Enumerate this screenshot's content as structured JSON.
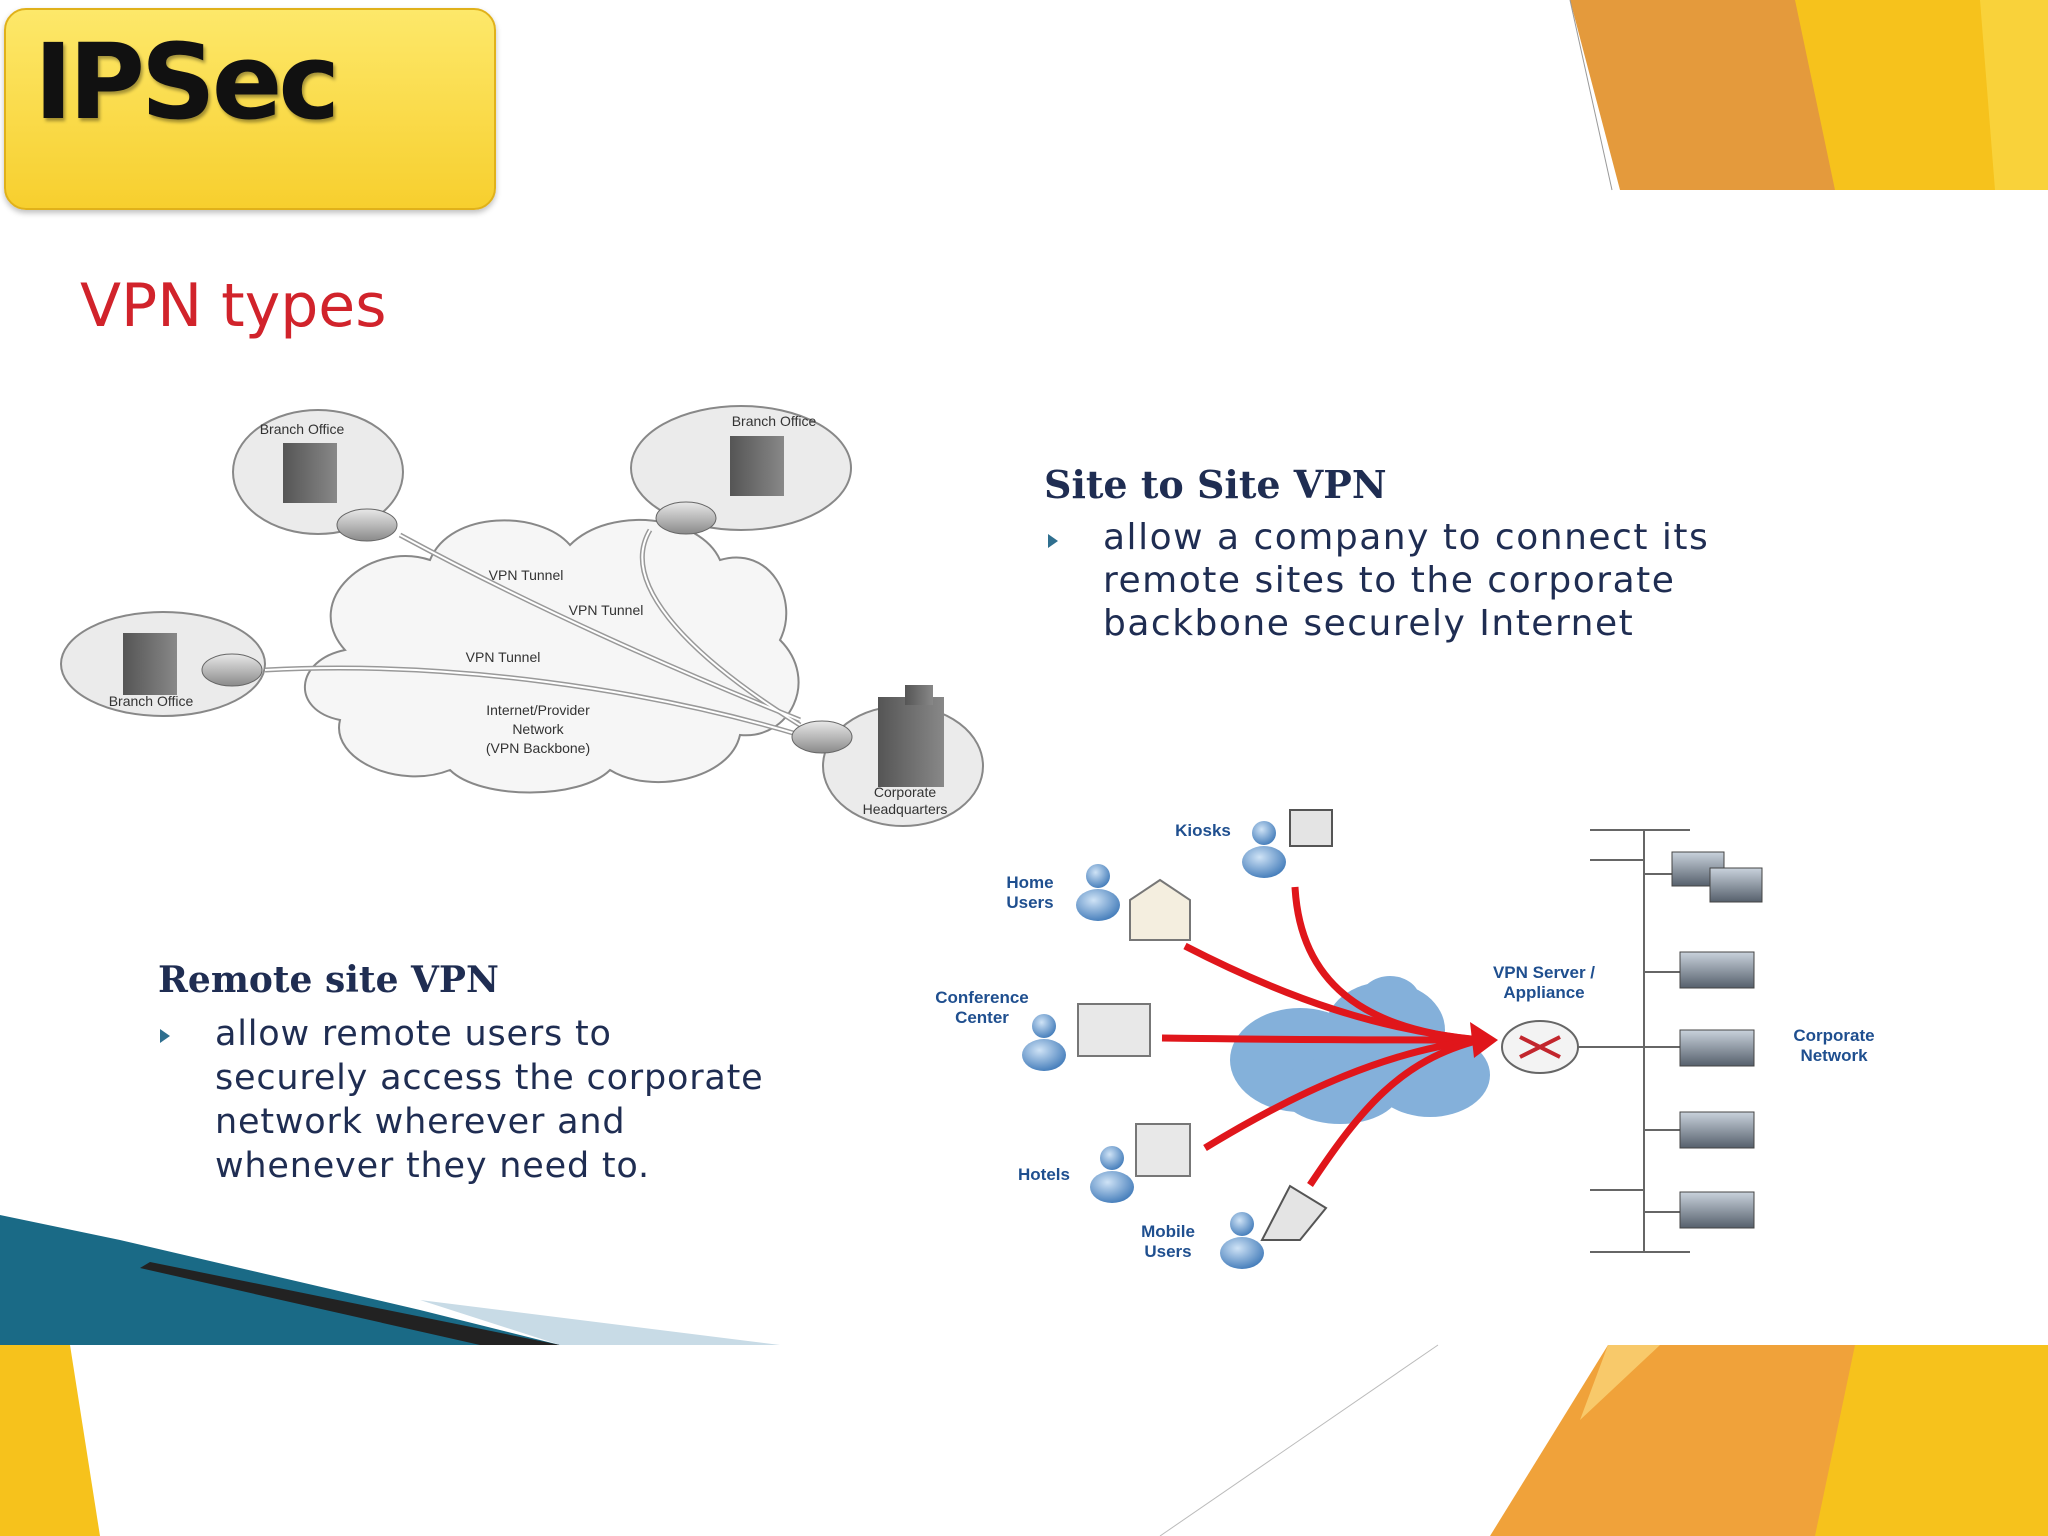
{
  "slide_title": "IPSec",
  "subtitle": "VPN types",
  "site_to_site": {
    "heading": "Site to Site VPN",
    "text": "allow a company to connect its\nremote sites to the corporate\nbackbone securely Internet"
  },
  "remote_site": {
    "heading": "Remote site VPN",
    "text": "allow remote users to\nsecurely access the corporate\nnetwork wherever and\nwhenever they need to."
  },
  "diagram1": {
    "branch_office": "Branch Office",
    "vpn_tunnel": "VPN Tunnel",
    "cloud_line1": "Internet/Provider",
    "cloud_line2": "Network",
    "cloud_line3": "(VPN Backbone)",
    "hq_line1": "Corporate",
    "hq_line2": "Headquarters"
  },
  "diagram2": {
    "kiosks": "Kiosks",
    "home_line1": "Home",
    "home_line2": "Users",
    "conf_line1": "Conference",
    "conf_line2": "Center",
    "hotels": "Hotels",
    "mobile_line1": "Mobile",
    "mobile_line2": "Users",
    "vpn_line1": "VPN Server /",
    "vpn_line2": "Appliance",
    "corp_line1": "Corporate",
    "corp_line2": "Network"
  },
  "colors": {
    "title_box": "#f9d63c",
    "subtitle": "#d1232b",
    "heading": "#1f2d52",
    "accent_orange": "#f0a23a",
    "accent_yellow": "#f6c21c",
    "arrow_red": "#e0161b",
    "diagram_blue": "#1f4f8f"
  }
}
